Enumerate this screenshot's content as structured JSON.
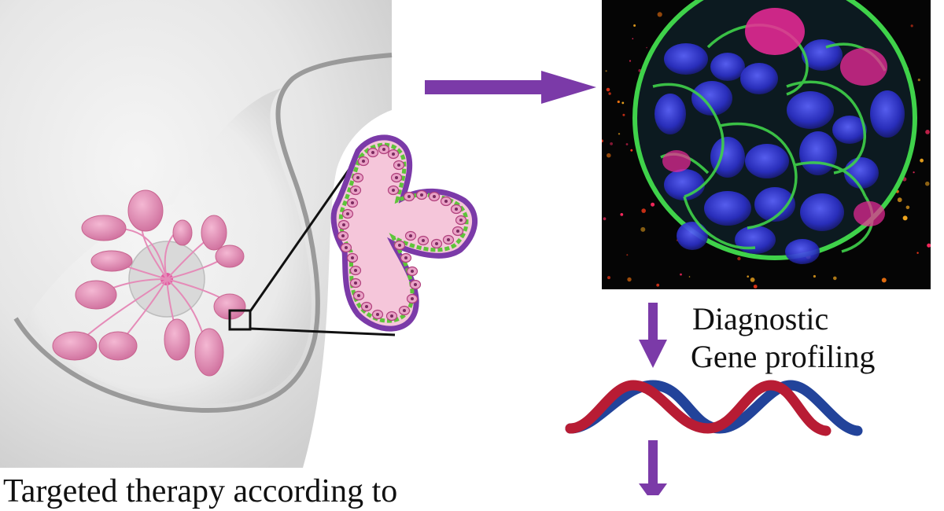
{
  "labels": {
    "step_1": "Diagnostic",
    "step_2": "Gene profiling",
    "bottom_caption": "Targeted therapy according to"
  },
  "colors": {
    "arrow": "#7b3aa8",
    "tissue_pink": "#f5c6da",
    "cell_nucleus": "#d0508f",
    "membrane_purple": "#7b3aa8",
    "membrane_green": "#5ec43a",
    "dna_red": "#b81c34",
    "dna_blue": "#22439a",
    "micrograph_green": "#3fd24a",
    "micrograph_blue": "#2b2fc7",
    "micrograph_magenta": "#ee2a9a"
  },
  "icons": {
    "flow_arrows": "arrow-right-icon, arrow-down-icon",
    "dna": "dna-double-helix-icon"
  }
}
